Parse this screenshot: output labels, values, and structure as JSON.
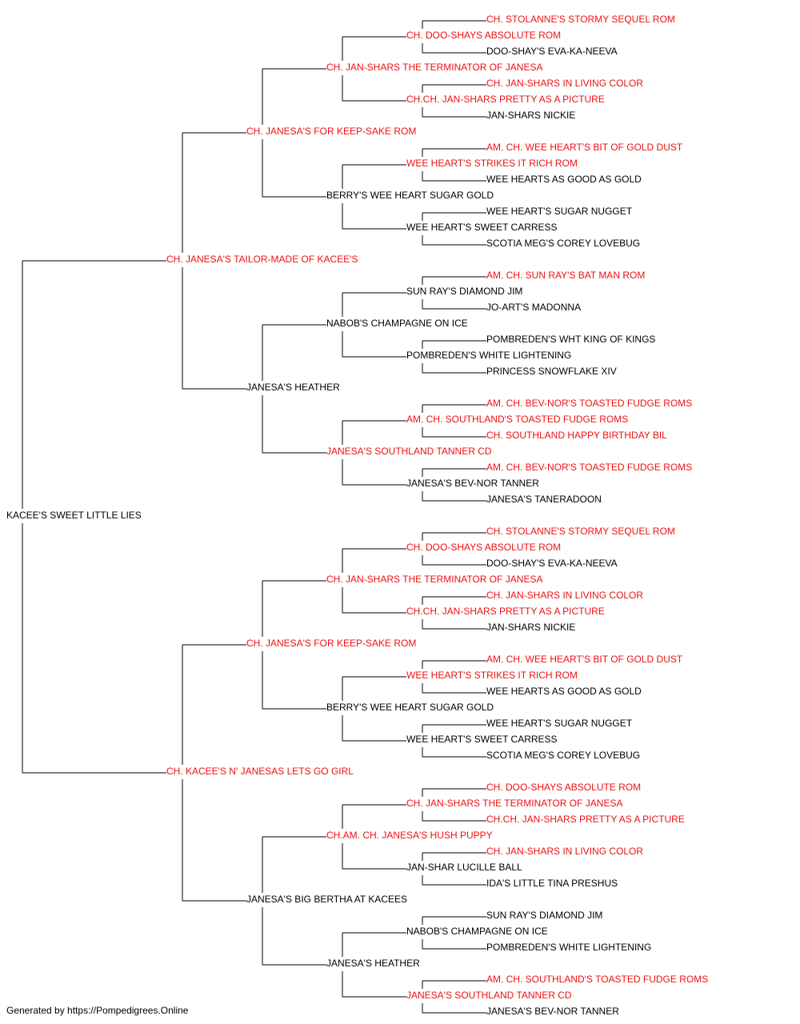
{
  "colors": {
    "champion": "#ee1111",
    "regular": "#000000",
    "line": "#000000"
  },
  "pedigree": {
    "name": "KACEE'S SWEET LITTLE LIES",
    "ch": false,
    "sire": {
      "name": "CH. JANESA'S TAILOR-MADE OF KACEE'S",
      "ch": true,
      "sire": {
        "name": "CH. JANESA'S FOR KEEP-SAKE ROM",
        "ch": true,
        "sire": {
          "name": "CH. JAN-SHARS THE TERMINATOR OF JANESA",
          "ch": true,
          "sire": {
            "name": "CH. DOO-SHAYS ABSOLUTE ROM",
            "ch": true,
            "sire": {
              "name": "CH. STOLANNE'S STORMY SEQUEL ROM",
              "ch": true
            },
            "dam": {
              "name": "DOO-SHAY'S EVA-KA-NEEVA",
              "ch": false
            }
          },
          "dam": {
            "name": "CH.CH. JAN-SHARS PRETTY AS A PICTURE",
            "ch": true,
            "sire": {
              "name": "CH. JAN-SHARS IN LIVING COLOR",
              "ch": true
            },
            "dam": {
              "name": "JAN-SHARS NICKIE",
              "ch": false
            }
          }
        },
        "dam": {
          "name": "BERRY'S WEE HEART SUGAR GOLD",
          "ch": false,
          "sire": {
            "name": "WEE HEART'S STRIKES IT RICH ROM",
            "ch": true,
            "sire": {
              "name": "AM. CH. WEE HEART'S BIT OF GOLD DUST",
              "ch": true
            },
            "dam": {
              "name": "WEE HEARTS AS GOOD AS GOLD",
              "ch": false
            }
          },
          "dam": {
            "name": "WEE HEART'S SWEET CARRESS",
            "ch": false,
            "sire": {
              "name": "WEE HEART'S SUGAR NUGGET",
              "ch": false
            },
            "dam": {
              "name": "SCOTIA MEG'S COREY LOVEBUG",
              "ch": false
            }
          }
        }
      },
      "dam": {
        "name": "JANESA'S HEATHER",
        "ch": false,
        "sire": {
          "name": "NABOB'S CHAMPAGNE ON ICE",
          "ch": false,
          "sire": {
            "name": "SUN RAY'S DIAMOND JIM",
            "ch": false,
            "sire": {
              "name": "AM. CH. SUN RAY'S BAT MAN ROM",
              "ch": true
            },
            "dam": {
              "name": "JO-ART'S MADONNA",
              "ch": false
            }
          },
          "dam": {
            "name": "POMBREDEN'S WHITE LIGHTENING",
            "ch": false,
            "sire": {
              "name": "POMBREDEN'S WHT KING OF KINGS",
              "ch": false
            },
            "dam": {
              "name": "PRINCESS SNOWFLAKE XIV",
              "ch": false
            }
          }
        },
        "dam": {
          "name": "JANESA'S SOUTHLAND TANNER CD",
          "ch": true,
          "sire": {
            "name": "AM. CH. SOUTHLAND'S TOASTED FUDGE ROMS",
            "ch": true,
            "sire": {
              "name": "AM. CH. BEV-NOR'S TOASTED FUDGE ROMS",
              "ch": true
            },
            "dam": {
              "name": "CH. SOUTHLAND HAPPY BIRTHDAY BIL",
              "ch": true
            }
          },
          "dam": {
            "name": "JANESA'S BEV-NOR TANNER",
            "ch": false,
            "sire": {
              "name": "AM. CH. BEV-NOR'S TOASTED FUDGE ROMS",
              "ch": true
            },
            "dam": {
              "name": "JANESA'S TANERADOON",
              "ch": false
            }
          }
        }
      }
    },
    "dam": {
      "name": "CH. KACEE'S N' JANESAS LETS GO GIRL",
      "ch": true,
      "sire": {
        "name": "CH. JANESA'S FOR KEEP-SAKE ROM",
        "ch": true,
        "sire": {
          "name": "CH. JAN-SHARS THE TERMINATOR OF JANESA",
          "ch": true,
          "sire": {
            "name": "CH. DOO-SHAYS ABSOLUTE ROM",
            "ch": true,
            "sire": {
              "name": "CH. STOLANNE'S STORMY SEQUEL ROM",
              "ch": true
            },
            "dam": {
              "name": "DOO-SHAY'S EVA-KA-NEEVA",
              "ch": false
            }
          },
          "dam": {
            "name": "CH.CH. JAN-SHARS PRETTY AS A PICTURE",
            "ch": true,
            "sire": {
              "name": "CH. JAN-SHARS IN LIVING COLOR",
              "ch": true
            },
            "dam": {
              "name": "JAN-SHARS NICKIE",
              "ch": false
            }
          }
        },
        "dam": {
          "name": "BERRY'S WEE HEART SUGAR GOLD",
          "ch": false,
          "sire": {
            "name": "WEE HEART'S STRIKES IT RICH ROM",
            "ch": true,
            "sire": {
              "name": "AM. CH. WEE HEART'S BIT OF GOLD DUST",
              "ch": true
            },
            "dam": {
              "name": "WEE HEARTS AS GOOD AS GOLD",
              "ch": false
            }
          },
          "dam": {
            "name": "WEE HEART'S SWEET CARRESS",
            "ch": false,
            "sire": {
              "name": "WEE HEART'S SUGAR NUGGET",
              "ch": false
            },
            "dam": {
              "name": "SCOTIA MEG'S COREY LOVEBUG",
              "ch": false
            }
          }
        }
      },
      "dam": {
        "name": "JANESA'S BIG BERTHA AT KACEES",
        "ch": false,
        "sire": {
          "name": "CH.AM. CH. JANESA'S HUSH PUPPY",
          "ch": true,
          "sire": {
            "name": "CH. JAN-SHARS THE TERMINATOR OF JANESA",
            "ch": true,
            "sire": {
              "name": "CH. DOO-SHAYS ABSOLUTE ROM",
              "ch": true
            },
            "dam": {
              "name": "CH.CH. JAN-SHARS PRETTY AS A PICTURE",
              "ch": true
            }
          },
          "dam": {
            "name": "JAN-SHAR LUCILLE BALL",
            "ch": false,
            "sire": {
              "name": "CH. JAN-SHARS IN LIVING COLOR",
              "ch": true
            },
            "dam": {
              "name": "IDA'S LITTLE TINA PRESHUS",
              "ch": false
            }
          }
        },
        "dam": {
          "name": "JANESA'S HEATHER",
          "ch": false,
          "sire": {
            "name": "NABOB'S CHAMPAGNE ON ICE",
            "ch": false,
            "sire": {
              "name": "SUN RAY'S DIAMOND JIM",
              "ch": false
            },
            "dam": {
              "name": "POMBREDEN'S WHITE LIGHTENING",
              "ch": false
            }
          },
          "dam": {
            "name": "JANESA'S SOUTHLAND TANNER CD",
            "ch": true,
            "sire": {
              "name": "AM. CH. SOUTHLAND'S TOASTED FUDGE ROMS",
              "ch": true
            },
            "dam": {
              "name": "JANESA'S BEV-NOR TANNER",
              "ch": false
            }
          }
        }
      }
    }
  },
  "footer": "Generated by https://Pompedigrees.Online"
}
